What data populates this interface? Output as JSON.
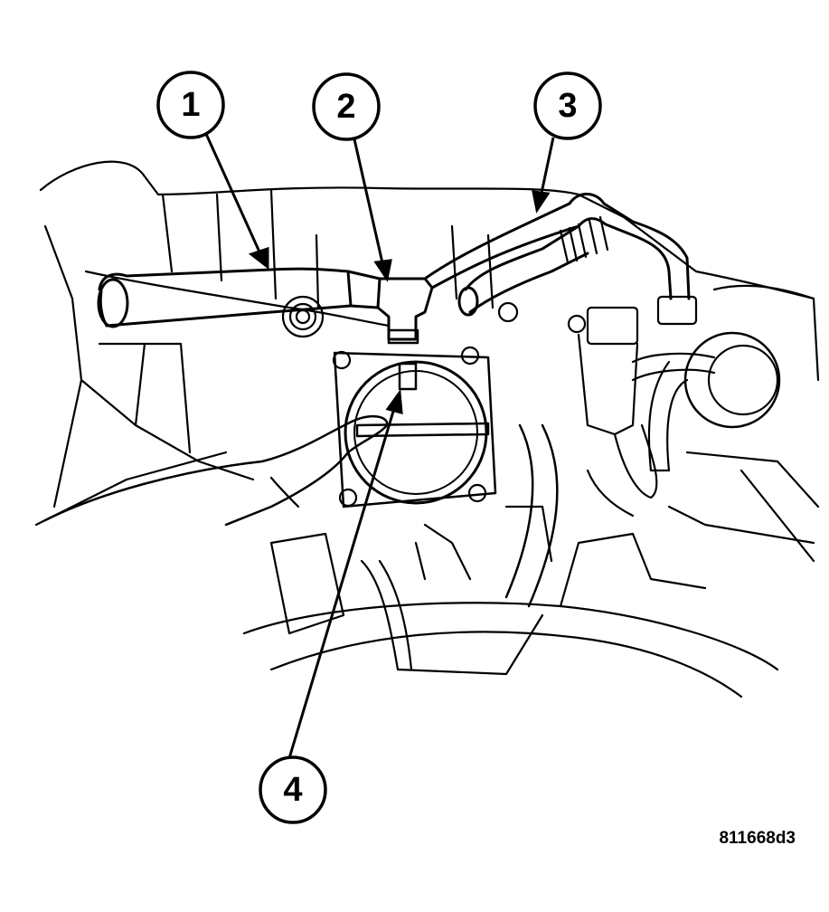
{
  "diagram": {
    "callouts": [
      {
        "id": "1",
        "label": "1"
      },
      {
        "id": "2",
        "label": "2"
      },
      {
        "id": "3",
        "label": "3"
      },
      {
        "id": "4",
        "label": "4"
      }
    ],
    "figure_id": "811668d3",
    "colors": {
      "line": "#000000",
      "background": "#ffffff"
    }
  }
}
